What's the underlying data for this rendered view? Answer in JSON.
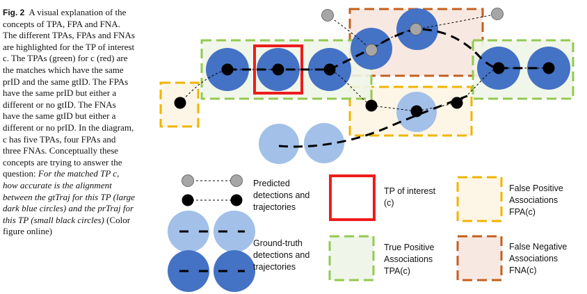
{
  "caption": {
    "label": "Fig. 2",
    "text_plain": "A visual explanation of the concepts of TPA, FPA and FNA. The different TPAs, FPAs and FNAs are highlighted for the TP of interest c. The TPAs (green) for c (red) are the matches which have the same prID and the same gtID. The FPAs have the same prID but either a different or no gtID. The FNAs have the same gtID but either a different or no prID. In the diagram, c has five TPAs, four FPAs and three FNAs. Conceptually these concepts are trying to answer the question:",
    "text_italic": "For the matched TP c, how accurate is the alignment between the gtTraj for this TP (large dark blue circles) and the prTraj for this TP (small black circles)",
    "text_end": "(Color figure online)"
  },
  "legend": {
    "predicted": "Predicted detections and trajectories",
    "ground_truth": "Ground-truth detections and trajectories",
    "tp_interest": "TP of interest (c)",
    "tpa": "True Positive Associations TPA(c)",
    "fpa": "False Positive Associations FPA(c)",
    "fna": "False Negative Associations FNA(c)"
  },
  "colors": {
    "tpa_border": "#92c950",
    "tpa_fill": "#eff5e8",
    "fpa_border": "#f0b400",
    "fpa_fill": "#fdf6e6",
    "fna_border": "#c45f1c",
    "fna_fill": "#f8e8e2",
    "tp_border": "#ee1c1c",
    "gt_dark": "#4472c4",
    "gt_light": "#a2c0e8",
    "pred_black": "#000000",
    "pred_gray": "#a6a6a6"
  }
}
